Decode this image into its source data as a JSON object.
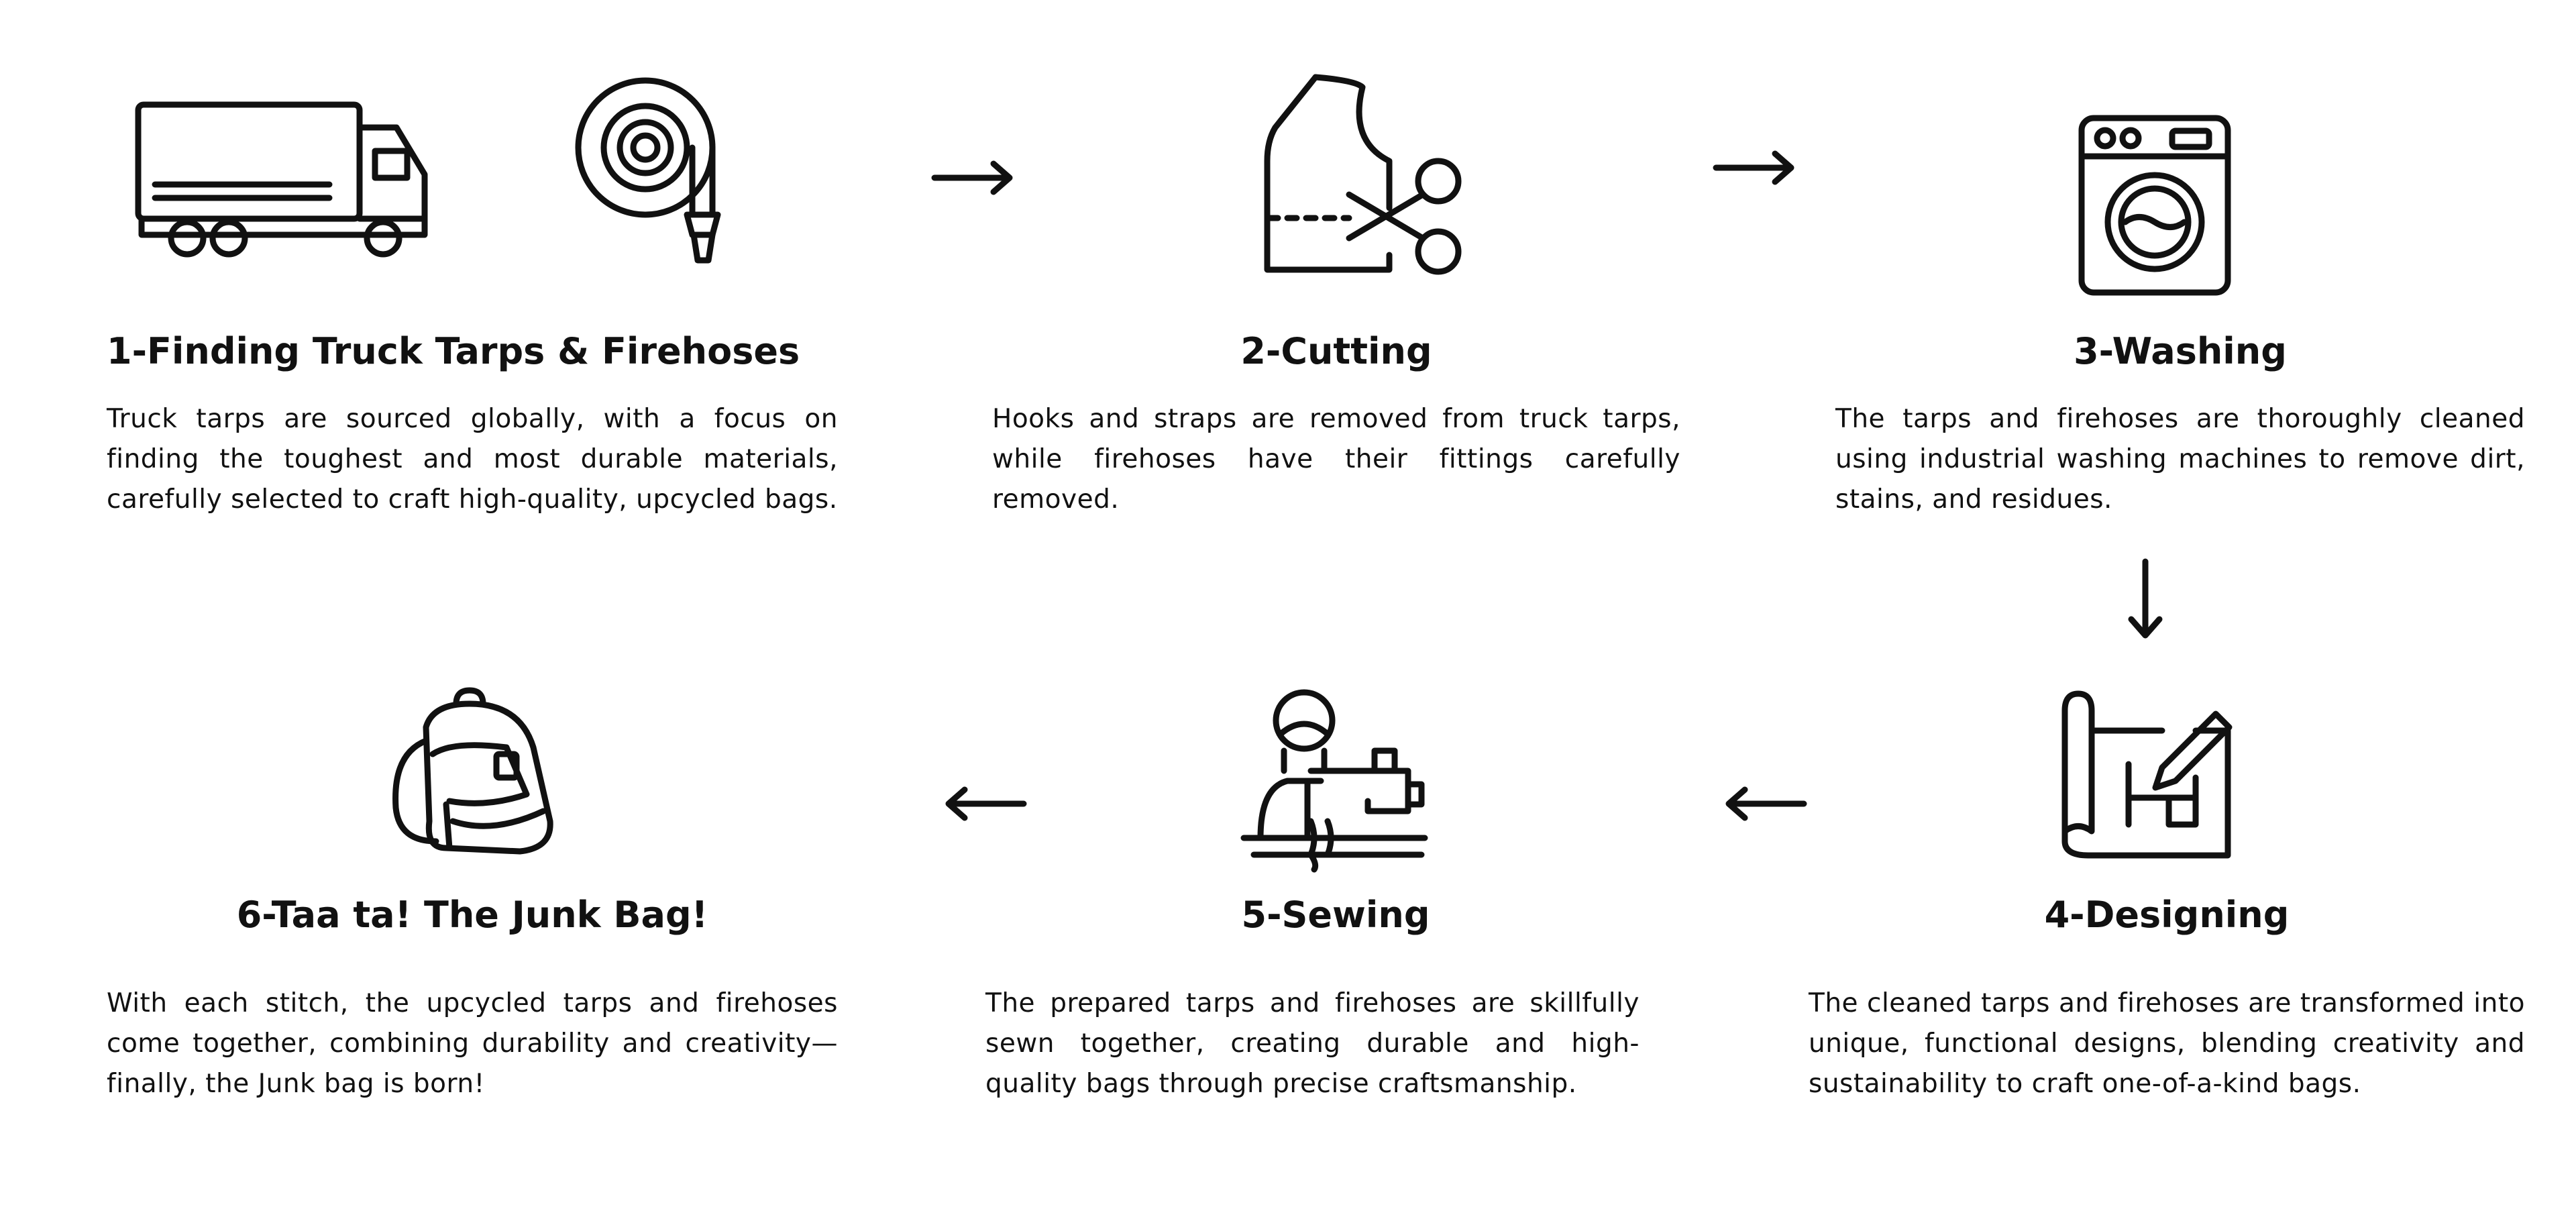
{
  "steps": [
    {
      "title": "1-Finding Truck Tarps & Firehoses",
      "text": "Truck tarps are sourced globally, with a focus on finding the toughest and most durable materials, carefully selected to craft high-quality, upcycled bags.",
      "icons": [
        "truck-icon",
        "firehose-icon"
      ]
    },
    {
      "title": "2-Cutting",
      "text": "Hooks and straps are removed from truck tarps, while firehoses have their fittings carefully removed.",
      "icons": [
        "scissors-pattern-icon"
      ]
    },
    {
      "title": "3-Washing",
      "text": "The tarps and firehoses are thoroughly cleaned using industrial washing machines to remove dirt, stains, and residues.",
      "icons": [
        "washing-machine-icon"
      ]
    },
    {
      "title": "4-Designing",
      "text": "The cleaned tarps and firehoses are transformed into unique, functional designs, blending creativity and sustainability to craft one-of-a-kind bags.",
      "icons": [
        "blueprint-pencil-icon"
      ]
    },
    {
      "title": "5-Sewing",
      "text": "The prepared tarps and firehoses are skillfully sewn together, creating durable and high-quality bags through precise craftsmanship.",
      "icons": [
        "sewing-machine-icon"
      ]
    },
    {
      "title": "6-Taa ta! The Junk Bag!",
      "text": "With each stitch, the upcycled tarps and firehoses come together, combining durability and creativity—finally, the Junk bag is born!",
      "icons": [
        "backpack-icon"
      ]
    }
  ],
  "arrows": [
    "arrow-right-icon",
    "arrow-right-icon",
    "arrow-down-icon",
    "arrow-left-icon",
    "arrow-left-icon"
  ]
}
